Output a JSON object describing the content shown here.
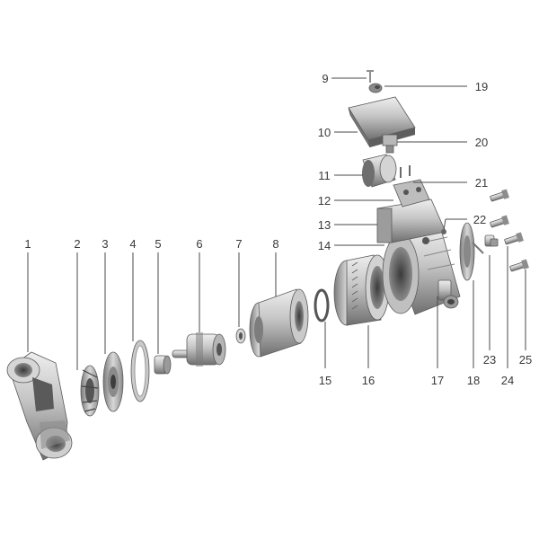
{
  "callouts": [
    {
      "id": "1",
      "label": "1"
    },
    {
      "id": "2",
      "label": "2"
    },
    {
      "id": "3",
      "label": "3"
    },
    {
      "id": "4",
      "label": "4"
    },
    {
      "id": "5",
      "label": "5"
    },
    {
      "id": "6",
      "label": "6"
    },
    {
      "id": "7",
      "label": "7"
    },
    {
      "id": "8",
      "label": "8"
    },
    {
      "id": "9",
      "label": "9"
    },
    {
      "id": "10",
      "label": "10"
    },
    {
      "id": "11",
      "label": "11"
    },
    {
      "id": "12",
      "label": "12"
    },
    {
      "id": "13",
      "label": "13"
    },
    {
      "id": "14",
      "label": "14"
    },
    {
      "id": "15",
      "label": "15"
    },
    {
      "id": "16",
      "label": "16"
    },
    {
      "id": "17",
      "label": "17"
    },
    {
      "id": "18",
      "label": "18"
    },
    {
      "id": "19",
      "label": "19"
    },
    {
      "id": "20",
      "label": "20"
    },
    {
      "id": "21",
      "label": "21"
    },
    {
      "id": "22",
      "label": "22"
    },
    {
      "id": "23",
      "label": "23"
    },
    {
      "id": "24",
      "label": "24"
    },
    {
      "id": "25",
      "label": "25"
    }
  ],
  "colors": {
    "part_light": "#dcdcdc",
    "part_mid": "#a9a9a9",
    "part_dark": "#6e6e6e",
    "part_shadow": "#4d4d4d",
    "text": "#3a3a3a"
  }
}
